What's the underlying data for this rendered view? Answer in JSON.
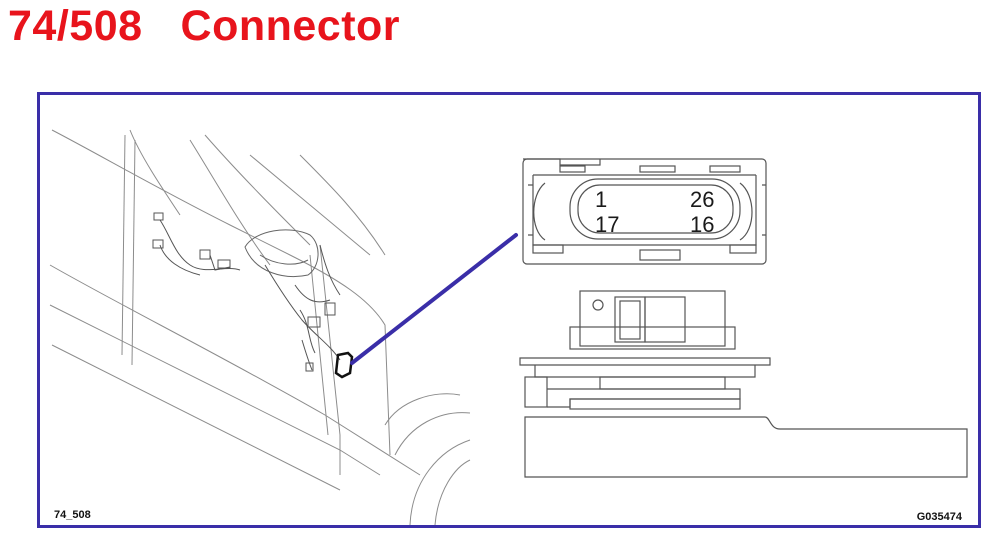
{
  "header": {
    "code": "74/508",
    "label": "Connector"
  },
  "figure": {
    "left_code": "74_508",
    "right_code": "G035474"
  },
  "connector": {
    "pins": {
      "top_left": "1",
      "top_right": "26",
      "bottom_left": "17",
      "bottom_right": "16"
    }
  },
  "colors": {
    "title": "#e8141c",
    "frame": "#3a2ea8",
    "pointer": "#3a2ea8",
    "linework": "#8c8c8c"
  }
}
